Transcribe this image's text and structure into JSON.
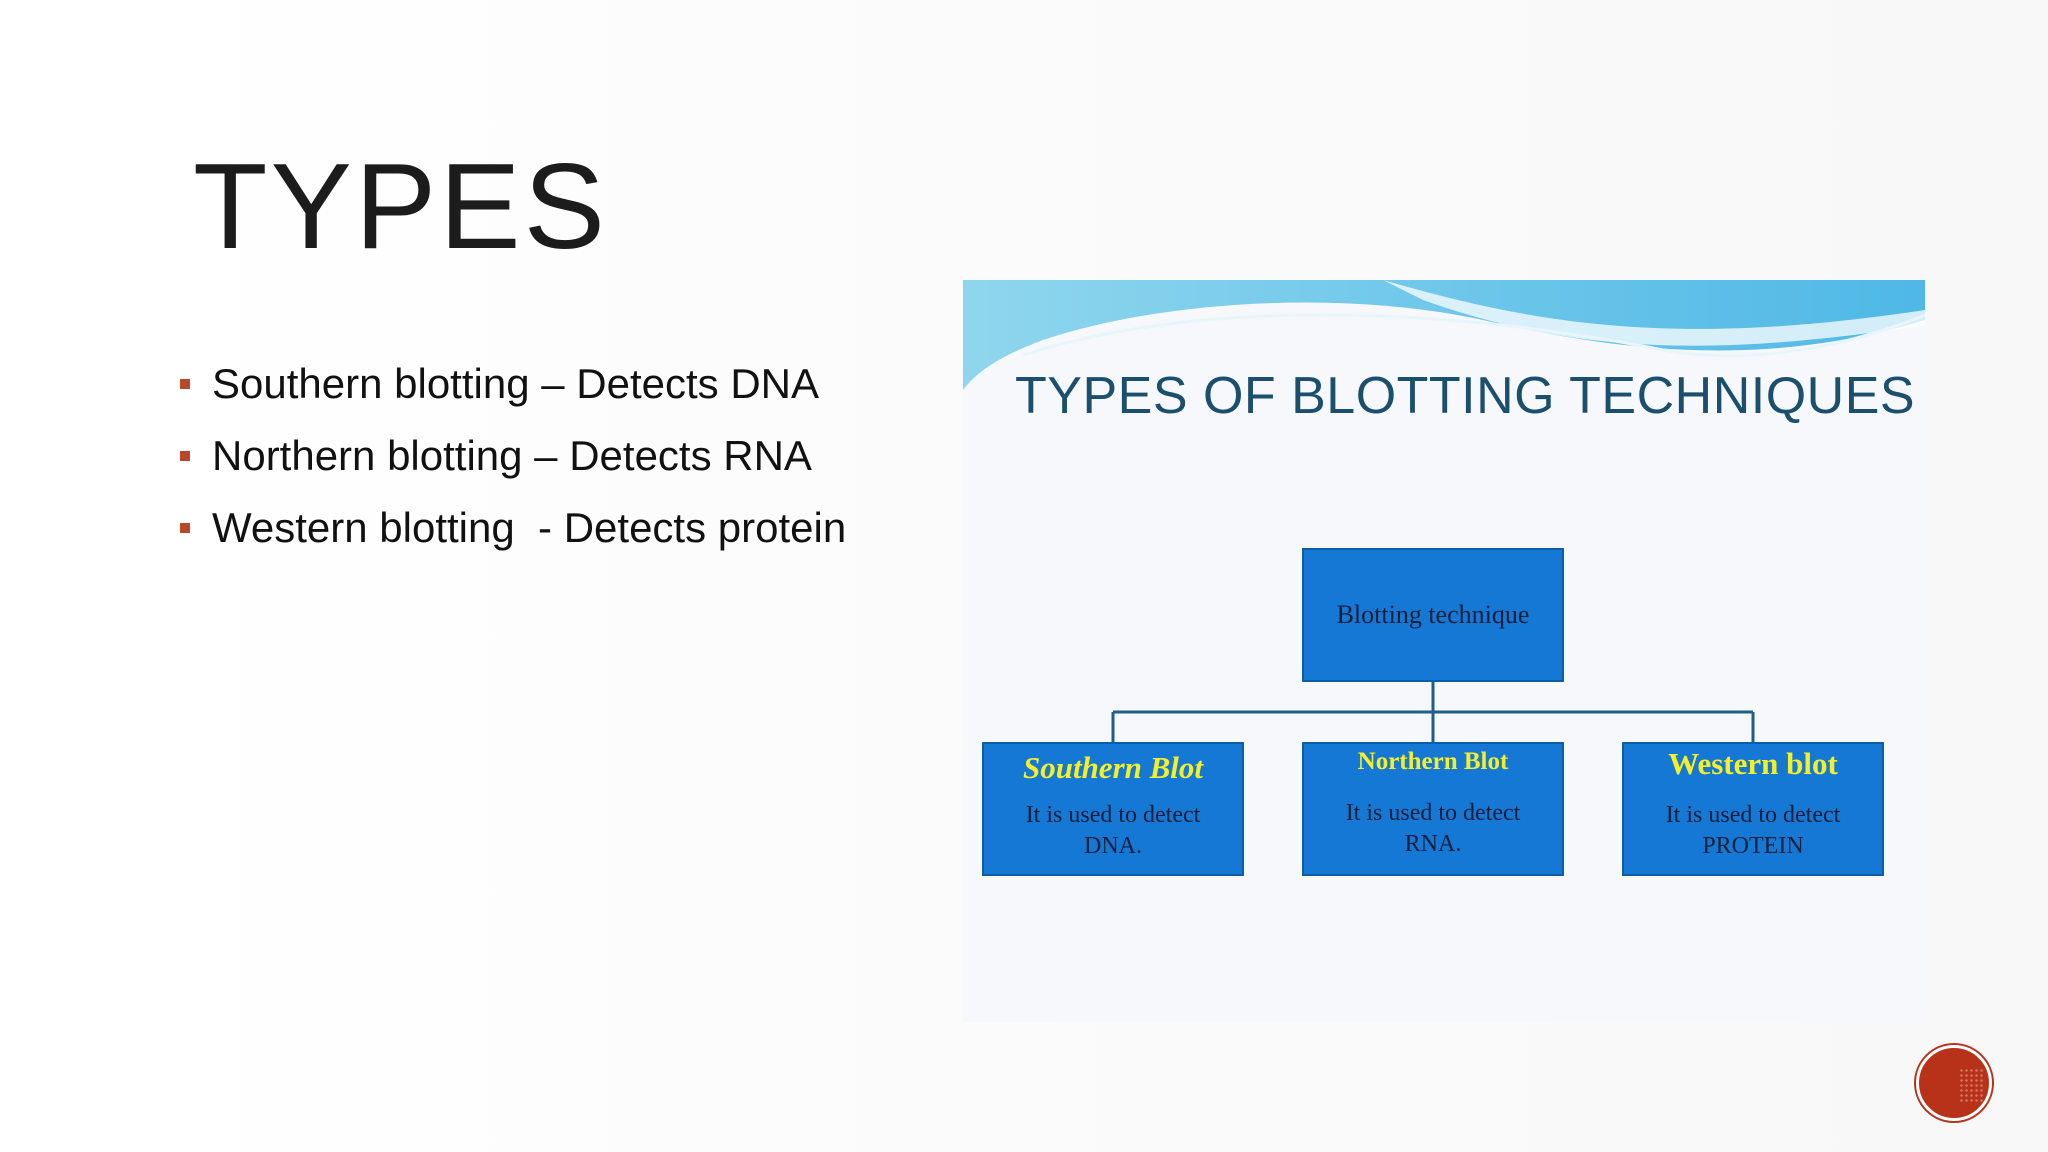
{
  "slide": {
    "title": "TYPES",
    "bullets": [
      {
        "text": "Southern blotting – Detects DNA"
      },
      {
        "text": "Northern blotting – Detects RNA"
      },
      {
        "text": "Western blotting  - Detects protein"
      }
    ]
  },
  "figure": {
    "title": "TYPES OF BLOTTING TECHNIQUES",
    "root": "Blotting technique",
    "children": [
      {
        "heading": "Southern Blot",
        "line1": "It is used to detect",
        "line2": "DNA."
      },
      {
        "heading": "Northern Blot",
        "line1": "It is used to detect",
        "line2": "RNA."
      },
      {
        "heading": "Western blot",
        "line1": "It is used to detect",
        "line2": "PROTEIN"
      }
    ]
  },
  "colors": {
    "bullet_marker": "#b9472a",
    "box_fill": "#1578d4",
    "box_heading": "#f5ef2a",
    "figure_title": "#1b4f6e",
    "nav_button": "#b8321a"
  },
  "icons": {
    "next_slide": "next-slide-button"
  }
}
